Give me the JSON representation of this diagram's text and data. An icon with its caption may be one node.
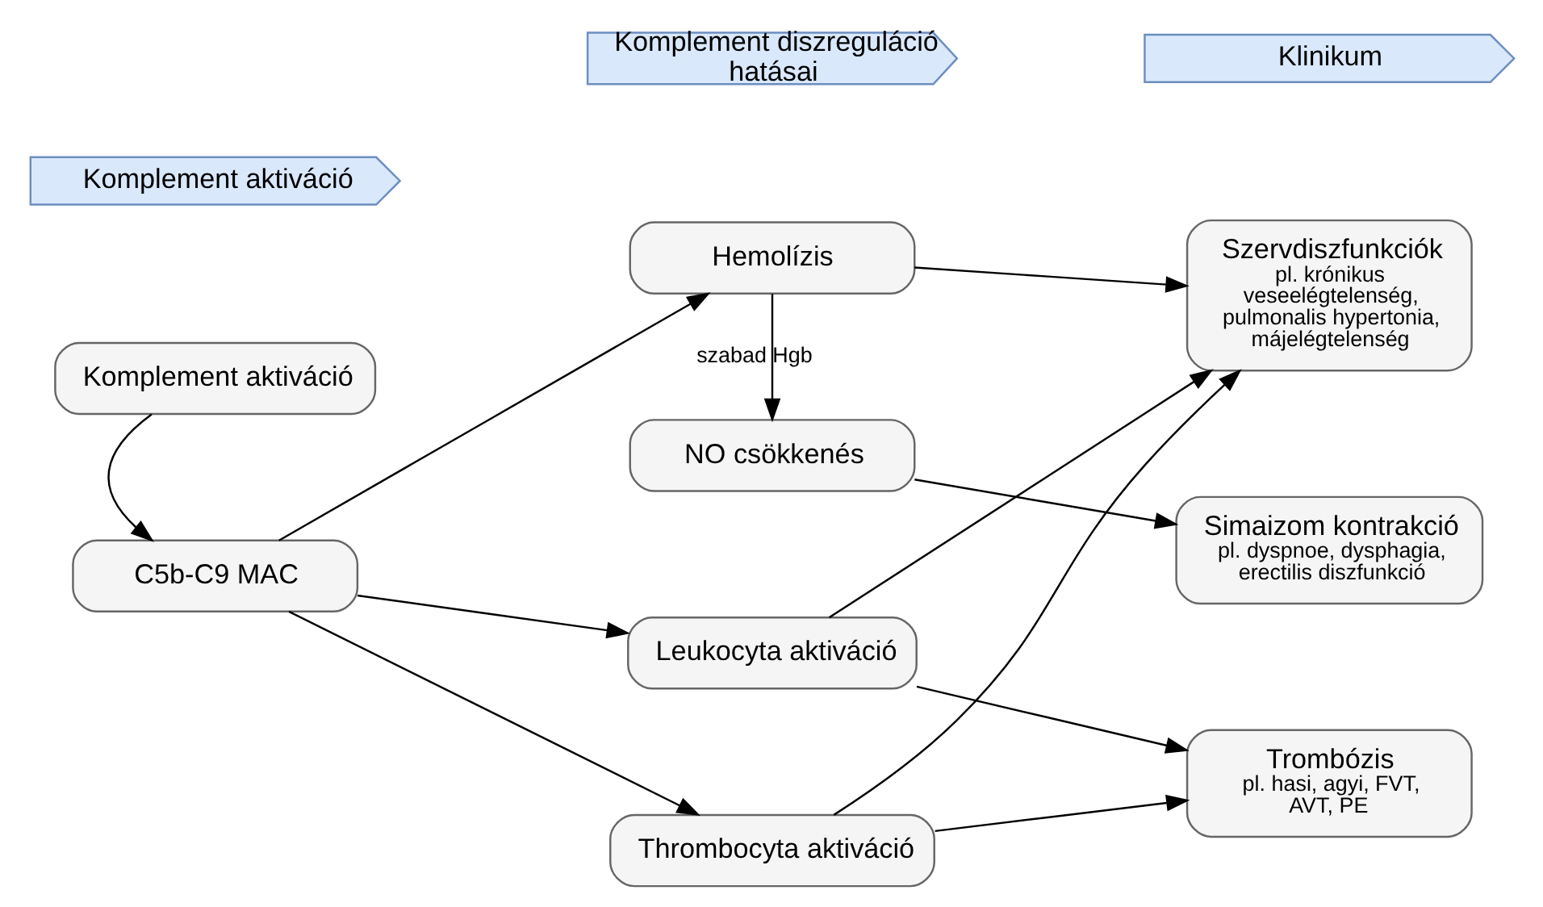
{
  "diagram": {
    "nodes": [
      {
        "text": [
          "Komplement aktiváció"
        ]
      },
      {
        "text": [
          "Komplement diszreguláció hatásai"
        ]
      },
      {
        "text": [
          "Klinikum"
        ]
      },
      {
        "text": [
          "Komplement aktiváció"
        ]
      },
      {
        "text": [
          "C5b-C9 MAC"
        ]
      },
      {
        "text": [
          "Hemolízis"
        ]
      },
      {
        "text": [
          "NO csökkenés"
        ]
      },
      {
        "text": [
          "Leukocyta aktiváció"
        ]
      },
      {
        "text": [
          "Thrombocyta aktiváció"
        ]
      },
      {
        "text": [
          "Szervdiszfunkciók",
          "pl. krónikus veseelégtelenség, pulmonalis hypertonia, májelégtelenség"
        ]
      },
      {
        "text": [
          "Simaizom kontrakció",
          "pl. dyspnoe, dysphagia, erectilis diszfunkció"
        ]
      },
      {
        "text": [
          "Trombózis",
          "pl. hasi, agyi, FVT, AVT, PE"
        ]
      }
    ],
    "edges": [
      {
        "from": 3,
        "to": 4,
        "arrow": "to"
      },
      {
        "from": 4,
        "to": 5,
        "arrow": "to"
      },
      {
        "from": 4,
        "to": 7,
        "arrow": "to"
      },
      {
        "from": 4,
        "to": 8,
        "arrow": "to"
      },
      {
        "from": 5,
        "to": 6,
        "arrow": "to",
        "label": "szabad Hgb"
      },
      {
        "from": 5,
        "to": 9,
        "arrow": "to"
      },
      {
        "from": 6,
        "to": 10,
        "arrow": "to"
      },
      {
        "from": 7,
        "to": 9,
        "arrow": "to"
      },
      {
        "from": 7,
        "to": 11,
        "arrow": "to"
      },
      {
        "from": 8,
        "to": 9,
        "arrow": "to"
      },
      {
        "from": 8,
        "to": 11,
        "arrow": "to"
      }
    ]
  }
}
